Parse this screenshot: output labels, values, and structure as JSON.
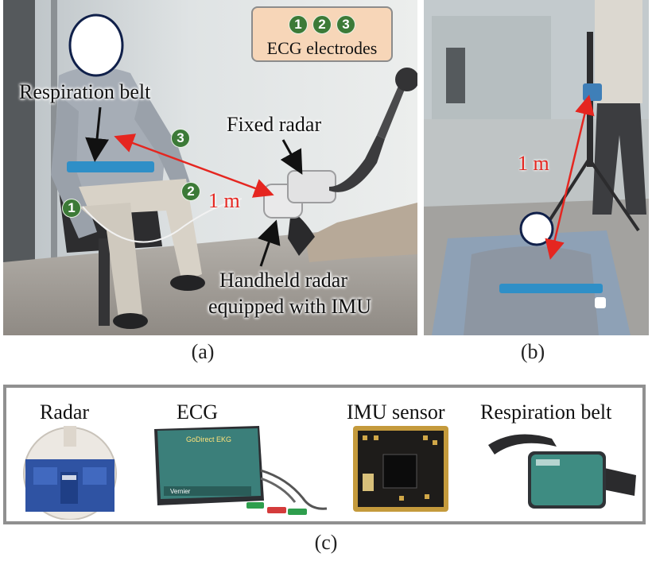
{
  "panel_a": {
    "caption": "(a)",
    "legend": {
      "badges": [
        "1",
        "2",
        "3"
      ],
      "text": "ECG electrodes"
    },
    "labels": {
      "respiration_belt": "Respiration belt",
      "fixed_radar": "Fixed radar",
      "handheld_line1": "Handheld radar",
      "handheld_line2": "equipped with IMU",
      "distance": "1 m"
    },
    "electrodes": [
      "1",
      "2",
      "3"
    ]
  },
  "panel_b": {
    "caption": "(b)",
    "distance": "1 m"
  },
  "panel_c": {
    "caption": "(c)",
    "devices": [
      "Radar",
      "ECG",
      "IMU sensor",
      "Respiration belt"
    ],
    "ecg_brand": "GoDirect EKG",
    "ecg_maker": "Vernier"
  },
  "colors": {
    "distance_arrow": "#e52620",
    "electrode_badge": "#3c7a37",
    "legend_fill": "#f7d6b8",
    "belt_blue": "#2f8fc7"
  }
}
